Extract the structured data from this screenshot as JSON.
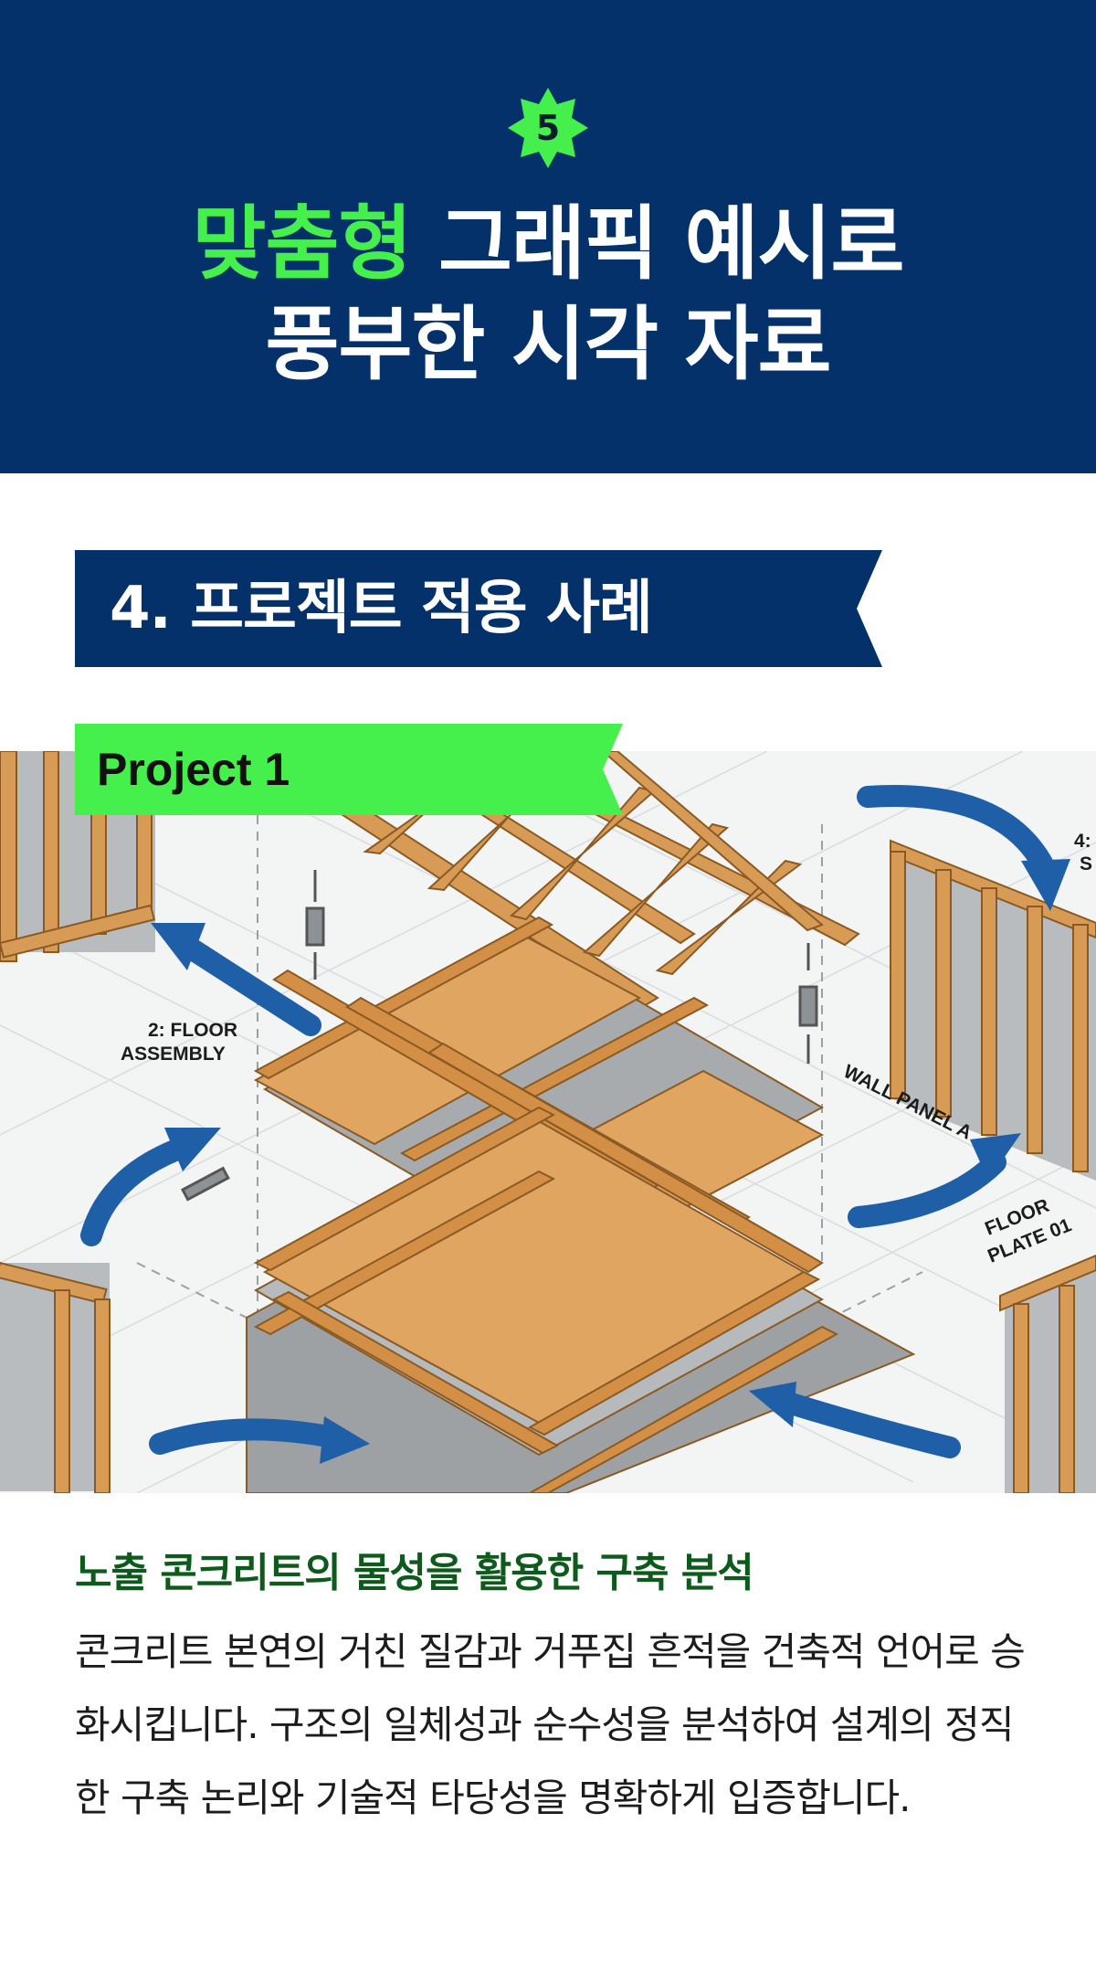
{
  "header": {
    "badge_number": "5",
    "title_highlight": "맞춤형",
    "title_line1_rest": " 그래픽 예시로",
    "title_line2": "풍부한 시각 자료",
    "colors": {
      "navy": "#04316a",
      "accent_green": "#46f04c"
    }
  },
  "section": {
    "title": "4. 프로젝트 적용 사례"
  },
  "project": {
    "tag": "Project 1",
    "figure_labels": {
      "floor_assembly_1": "2: FLOOR",
      "floor_assembly_2": "ASSEMBLY",
      "wall_panel": "WALL PANEL A",
      "floor_plate_1": "FLOOR",
      "floor_plate_2": "PLATE 01",
      "corner_1": "4:",
      "corner_2": "S"
    }
  },
  "content": {
    "heading": "노출 콘크리트의 물성을 활용한 구축 분석",
    "body": "콘크리트 본연의 거친 질감과 거푸집 흔적을 건축적 언어로 승화시킵니다. 구조의 일체성과 순수성을 분석하여 설계의 정직한 구축 논리와 기술적 타당성을 명확하게 입증합니다."
  }
}
